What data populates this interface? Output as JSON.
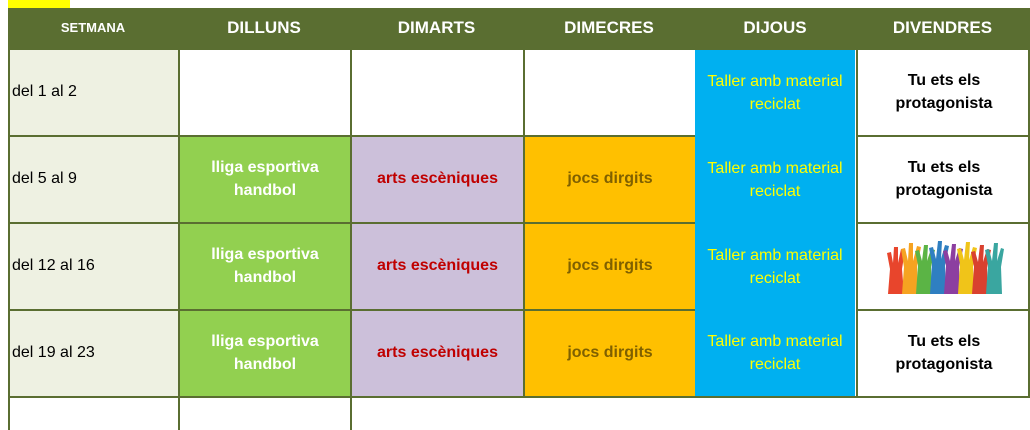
{
  "header": {
    "setmana": "SETMANA",
    "dilluns": "DILLUNS",
    "dimarts": "DIMARTS",
    "dimecres": "DIMECRES",
    "dijous": "DIJOUS",
    "divendres": "DIVENDRES"
  },
  "rows": [
    {
      "week": "del 1 al 2",
      "thu": "Taller amb material reciclat",
      "fri": "Tu ets els protagonista"
    },
    {
      "week": "del 5 al 9",
      "mon": "lliga esportiva handbol",
      "tue": "arts escèniques",
      "wed": "jocs dirgits",
      "thu": "Taller amb material reciclat",
      "fri": "Tu ets els protagonista"
    },
    {
      "week": "del 12 al 16",
      "mon": "lliga esportiva handbol",
      "tue": "arts escèniques",
      "wed": "jocs dirgits",
      "thu": "Taller amb material reciclat",
      "fri_icon": "raised-hands-icon"
    },
    {
      "week": "del 19 al 23",
      "mon": "lliga esportiva handbol",
      "tue": "arts escèniques",
      "wed": "jocs dirgits",
      "thu": "Taller amb material reciclat",
      "fri": "Tu ets els protagonista"
    }
  ],
  "colors": {
    "header_bg": "#5a6e31",
    "week_bg": "#eef1e2",
    "monday_bg": "#92d050",
    "tuesday_bg": "#ccc0da",
    "tuesday_text": "#c00000",
    "wednesday_bg": "#ffc000",
    "wednesday_text": "#7f6000",
    "thursday_bg": "#00b0f0",
    "thursday_text": "#ffff00",
    "tag_bg": "#ffff00"
  }
}
